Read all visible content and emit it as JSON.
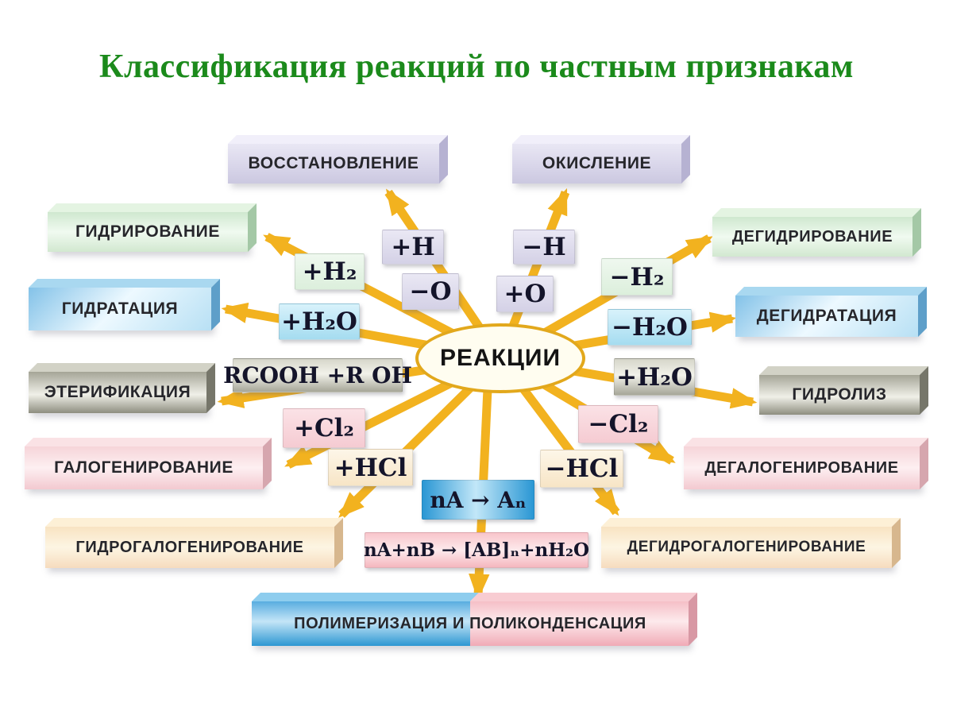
{
  "title": "Классификация реакций по частным признакам",
  "center_label": "РЕАКЦИИ",
  "palette": {
    "title_green": "#1b8a1b",
    "arrow_gold": "#f2b21f",
    "ellipse_outline": "#e2a81c"
  },
  "boxes": [
    "ВОССТАНОВЛЕНИЕ",
    "ОКИСЛЕНИЕ",
    "ГИДРИРОВАНИЕ",
    "ДЕГИДРИРОВАНИЕ",
    "ГИДРАТАЦИЯ",
    "ДЕГИДРАТАЦИЯ",
    "ЭТЕРИФИКАЦИЯ",
    "ГИДРОЛИЗ",
    "ГАЛОГЕНИРОВАНИЕ",
    "ДЕГАЛОГЕНИРОВАНИЕ",
    "ГИДРОГАЛОГЕНИРОВАНИЕ",
    "ДЕГИДРОГАЛОГЕНИРОВАНИЕ",
    "ПОЛИМЕРИЗАЦИЯ И ПОЛИКОНДЕНСАЦИЯ"
  ],
  "formulas": [
    "+H₂",
    "+H",
    "−H",
    "−O",
    "+O",
    "−H₂",
    "+H₂O",
    "−H₂O",
    "RCOOH +R OH",
    "+H₂O",
    "+Cl₂",
    "−Cl₂",
    "+HCl",
    "−HCl",
    "nA → Aₙ",
    "nA+nB → [AB]ₙ+nH₂O"
  ]
}
